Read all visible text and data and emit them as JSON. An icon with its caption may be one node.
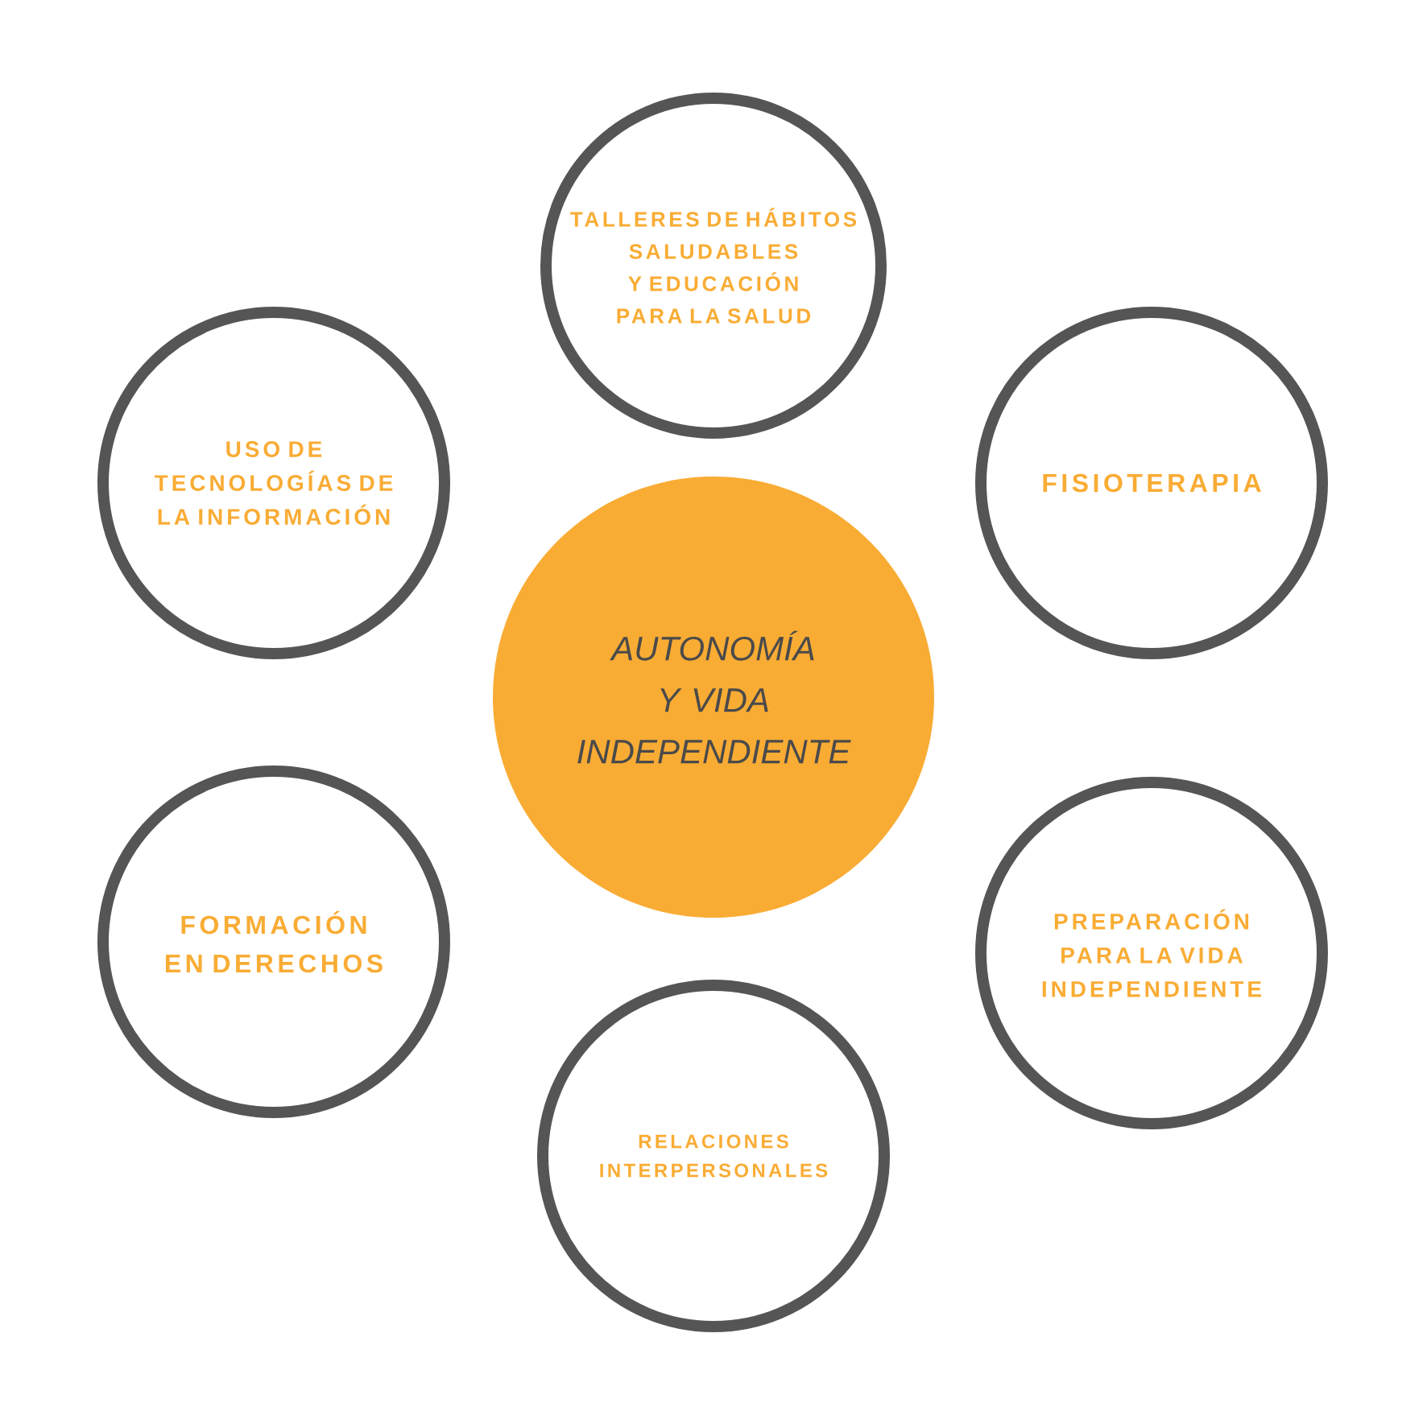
{
  "diagram": {
    "nodes": [
      {
        "text": [
          "TALLERES DE HÁBITOS SALUDABLES Y EDUCACIÓN PARA LA SALUD"
        ]
      },
      {
        "text": [
          "USO DE TECNOLOGÍAS DE LA INFORMACIÓN"
        ]
      },
      {
        "text": [
          "FISIOTERAPIA"
        ]
      },
      {
        "text": [
          "AUTONOMÍA Y VIDA INDEPENDIENTE"
        ]
      },
      {
        "text": [
          "FORMACIÓN EN DERECHOS"
        ]
      },
      {
        "text": [
          "PREPARACIÓN PARA LA VIDA INDEPENDIENTE"
        ]
      },
      {
        "text": [
          "RELACIONES INTERPERSONALES"
        ]
      }
    ]
  }
}
